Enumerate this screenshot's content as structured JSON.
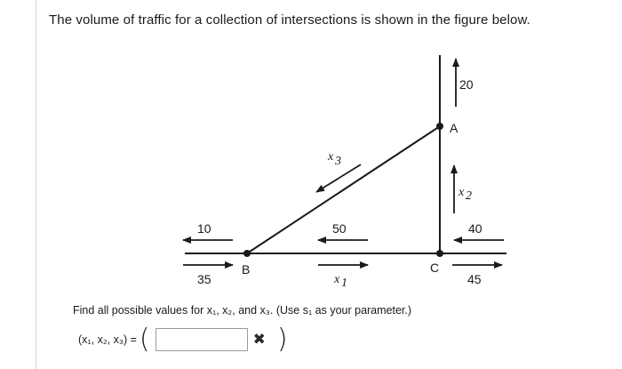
{
  "question": "The volume of traffic for a collection of intersections is shown in the figure below.",
  "diagram": {
    "nodes": {
      "A": "A",
      "B": "B",
      "C": "C"
    },
    "flows": {
      "top_A": "20",
      "B_left": "10",
      "B_in": "35",
      "mid": "50",
      "C_left": "40",
      "C_out": "45"
    },
    "variables": {
      "x1": "x",
      "x2": "x",
      "x3": "x",
      "sub1": "1",
      "sub2": "2",
      "sub3": "3"
    }
  },
  "prompt": "Find all possible values for x₁, x₂, and x₃. (Use s₁ as your parameter.)",
  "answer": {
    "label": "(x₁, x₂, x₃) =",
    "value": "",
    "open_paren": "(",
    "close_paren": ")",
    "status_mark": "✖"
  }
}
